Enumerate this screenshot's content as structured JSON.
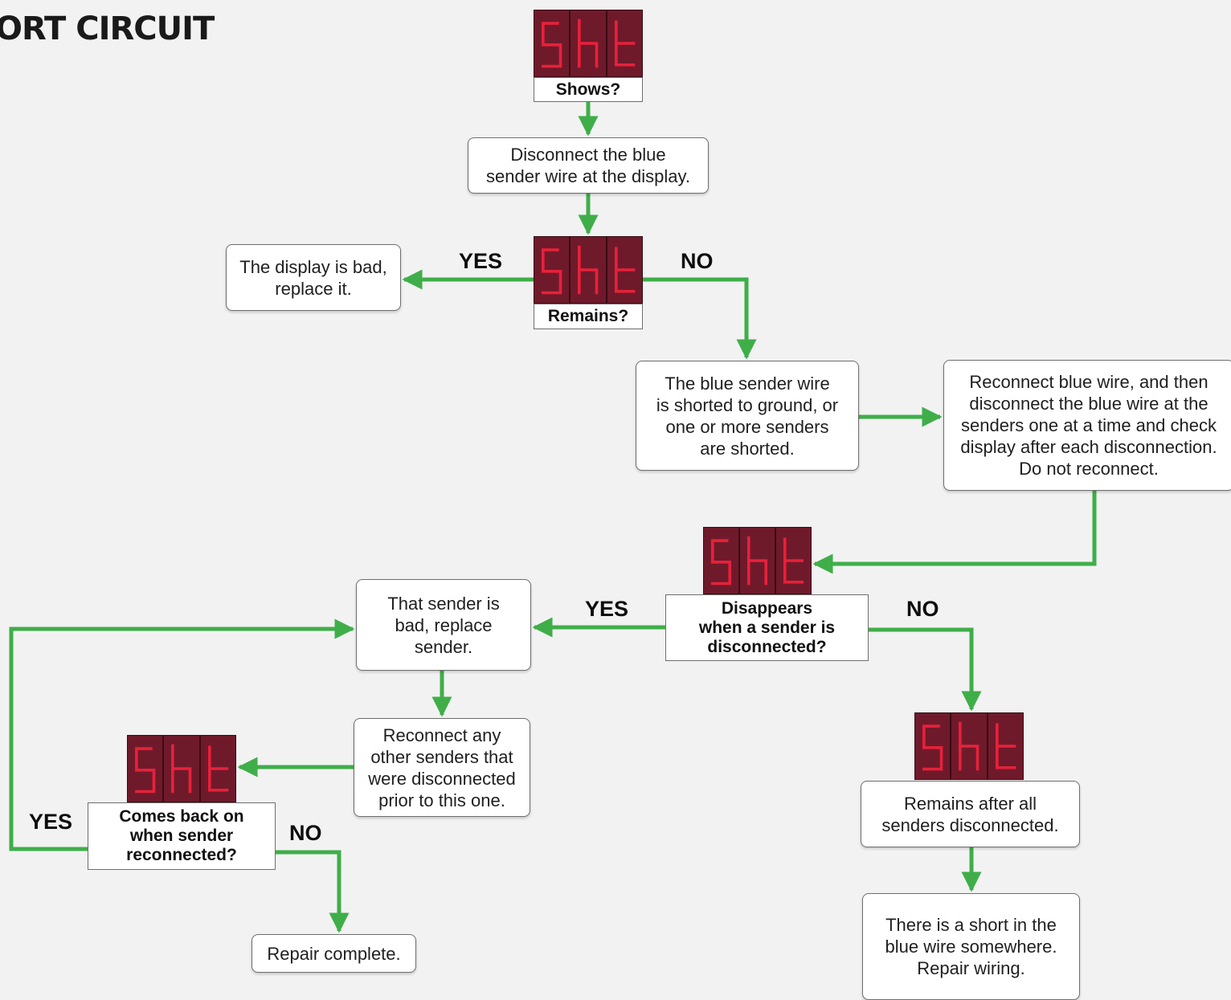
{
  "title": "ORT CIRCUIT",
  "display_code": "Sht",
  "colors": {
    "arrow": "#3fae49",
    "display_bg": "#6f1a2b",
    "segment": "#e8213a"
  },
  "nodes": {
    "shows_q": "Shows?",
    "disconnect_blue": "Disconnect the blue\nsender wire at the display.",
    "remains_q": "Remains?",
    "display_bad": "The display is bad,\nreplace it.",
    "wire_shorted": "The blue sender wire\nis shorted to ground, or\none or more senders\nare shorted.",
    "reconnect_check": "Reconnect blue wire, and then\ndisconnect the blue wire at the\nsenders one at a time and check\ndisplay after each disconnection.\nDo not reconnect.",
    "disappears_q": "Disappears\nwhen a sender is\ndisconnected?",
    "sender_bad": "That sender is\nbad, replace\nsender.",
    "reconnect_others": "Reconnect any\nother senders that\nwere disconnected\nprior to this one.",
    "comes_back_q": "Comes back on\nwhen sender\nreconnected?",
    "repair_complete": "Repair complete.",
    "remains_all": "Remains after all\nsenders disconnected.",
    "short_in_wire": "There is a short in the\nblue wire somewhere.\nRepair wiring."
  },
  "labels": {
    "yes": "YES",
    "no": "NO"
  }
}
